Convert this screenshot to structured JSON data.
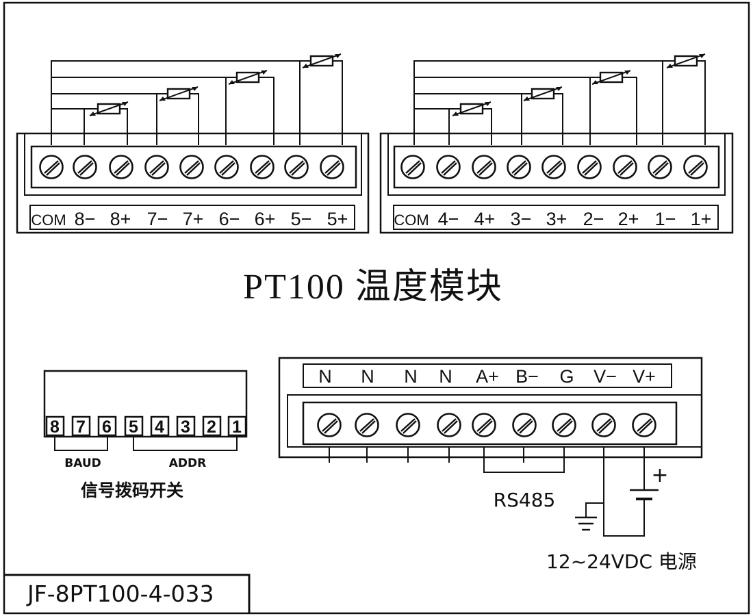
{
  "title": "PT100 温度模块",
  "model": "JF-8PT100-4-033",
  "left_terminal_labels": [
    "COM",
    "8−",
    "8+",
    "7−",
    "7+",
    "6−",
    "6+",
    "5−",
    "5+"
  ],
  "right_terminal_labels": [
    "COM",
    "4−",
    "4+",
    "3−",
    "3+",
    "2−",
    "2+",
    "1−",
    "1+"
  ],
  "power_terminal_labels": [
    "N",
    "N",
    "N",
    "N",
    "A+",
    "B−",
    "G",
    "V−",
    "V+"
  ],
  "dip_switch": {
    "positions": [
      "8",
      "7",
      "6",
      "5",
      "4",
      "3",
      "2",
      "1"
    ],
    "baud_label": "BAUD",
    "addr_label": "ADDR",
    "caption": "信号拨码开关"
  },
  "rs485_label": "RS485",
  "battery_plus": "+",
  "power_label": "12~24VDC 电源",
  "colors": {
    "line": "#111111",
    "background": "#ffffff"
  }
}
